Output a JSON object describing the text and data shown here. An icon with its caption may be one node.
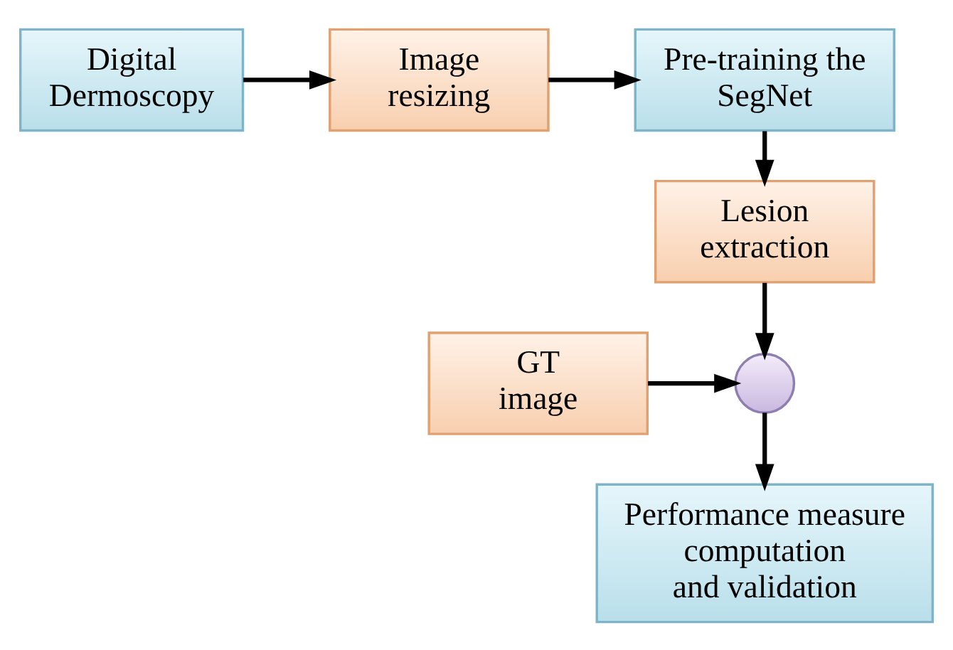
{
  "diagram": {
    "nodes": [
      {
        "text": [
          "Digital Dermoscopy"
        ]
      },
      {
        "text": [
          "Image resizing"
        ]
      },
      {
        "text": [
          "Pre-training the SegNet"
        ]
      },
      {
        "text": [
          "Lesion extraction"
        ]
      },
      {
        "text": [
          "GT image"
        ]
      },
      {
        "text": [],
        "shape": "circle"
      },
      {
        "text": [
          "Performance measure computation and validation"
        ]
      }
    ],
    "edges": [
      {
        "from": 0,
        "to": 1,
        "arrow": "to"
      },
      {
        "from": 1,
        "to": 2,
        "arrow": "to"
      },
      {
        "from": 2,
        "to": 3,
        "arrow": "to"
      },
      {
        "from": 3,
        "to": 5,
        "arrow": "to"
      },
      {
        "from": 4,
        "to": 5,
        "arrow": "to"
      },
      {
        "from": 5,
        "to": 6,
        "arrow": "to"
      }
    ]
  }
}
